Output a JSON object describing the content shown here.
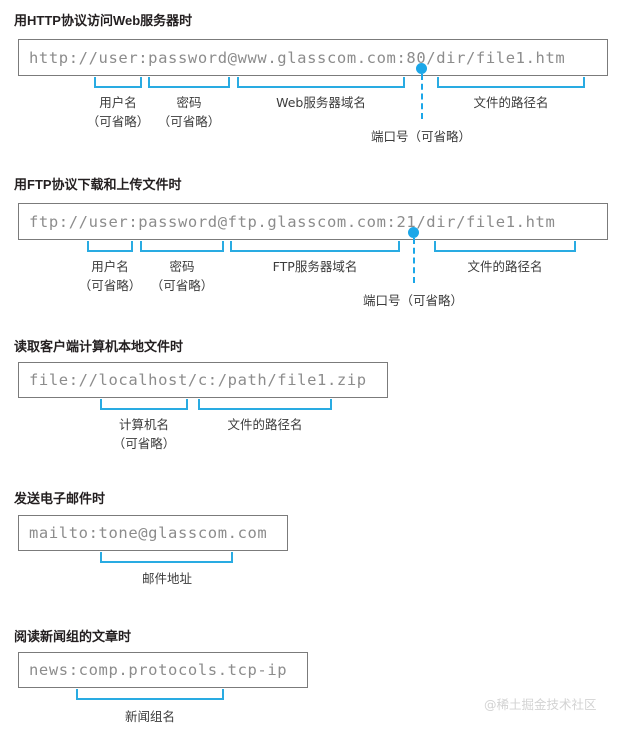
{
  "page": {
    "watermark": "@稀土掘金技术社区"
  },
  "sections": [
    {
      "heading": "用HTTP协议访问Web服务器时",
      "url": "http://user:password@www.glasscom.com:80/dir/file1.htm",
      "parts": [
        {
          "label": "用户名",
          "sub": "（可省略）"
        },
        {
          "label": "密码",
          "sub": "（可省略）"
        },
        {
          "label": "Web服务器域名",
          "sub": ""
        },
        {
          "label": "文件的路径名",
          "sub": ""
        }
      ],
      "marker": {
        "label": "端口号（可省略）"
      }
    },
    {
      "heading": "用FTP协议下载和上传文件时",
      "url": "ftp://user:password@ftp.glasscom.com:21/dir/file1.htm",
      "parts": [
        {
          "label": "用户名",
          "sub": "（可省略）"
        },
        {
          "label": "密码",
          "sub": "（可省略）"
        },
        {
          "label": "FTP服务器域名",
          "sub": ""
        },
        {
          "label": "文件的路径名",
          "sub": ""
        }
      ],
      "marker": {
        "label": "端口号（可省略）"
      }
    },
    {
      "heading": "读取客户端计算机本地文件时",
      "url": "file://localhost/c:/path/file1.zip",
      "parts": [
        {
          "label": "计算机名",
          "sub": "（可省略）"
        },
        {
          "label": "文件的路径名",
          "sub": ""
        }
      ],
      "marker": null
    },
    {
      "heading": "发送电子邮件时",
      "url": "mailto:tone@glasscom.com",
      "parts": [
        {
          "label": "邮件地址",
          "sub": ""
        }
      ],
      "marker": null
    },
    {
      "heading": "阅读新闻组的文章时",
      "url": "news:comp.protocols.tcp-ip",
      "parts": [
        {
          "label": "新闻组名",
          "sub": ""
        }
      ],
      "marker": null
    }
  ],
  "colors": {
    "accent": "#29abe2",
    "box_border": "#7b7b7b",
    "url_text": "#8c8c8c",
    "heading_text": "#231f20",
    "watermark": "#d3d3d3"
  }
}
